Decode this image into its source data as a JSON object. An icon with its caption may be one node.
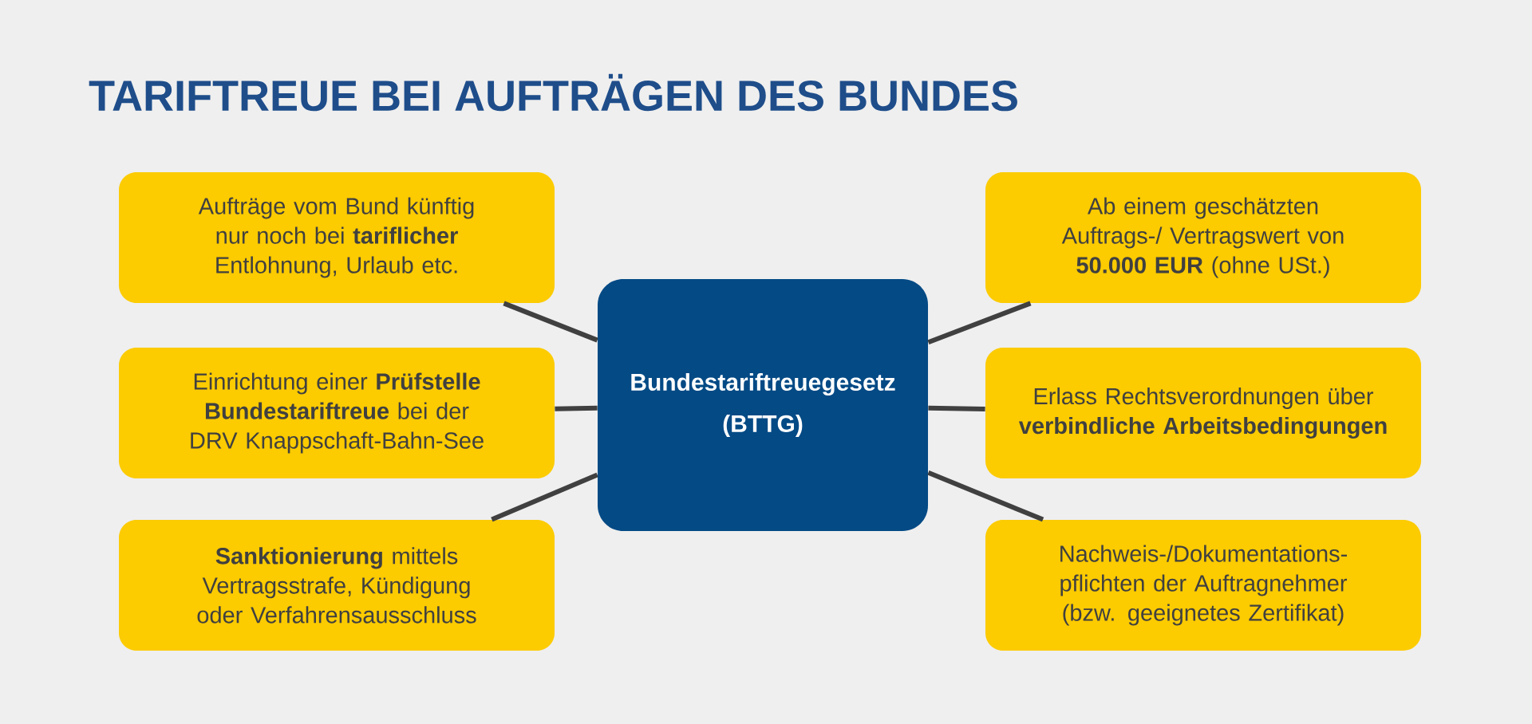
{
  "diagram": {
    "title": "TARIFTREUE BEI AUFTRÄGEN DES BUNDES",
    "nodes": [
      {
        "text": [
          "Bundestariftreuegesetz",
          "(BTTG)"
        ]
      },
      {
        "text": [
          "Aufträge vom Bund künftig nur noch bei **tariflicher** Entlohnung, Urlaub etc."
        ]
      },
      {
        "text": [
          "Einrichtung einer **Prüfstelle Bundestariftreue** bei der DRV Knappschaft-Bahn-See"
        ]
      },
      {
        "text": [
          "**Sanktionierung** mittels Vertragsstrafe, Kündigung oder Verfahrensausschluss"
        ]
      },
      {
        "text": [
          "Ab einem geschätzten Auftrags-/ Vertragswert von **50.000 EUR** (ohne USt.)"
        ]
      },
      {
        "text": [
          "Erlass Rechtsverordnungen über **verbindliche Arbeitsbedingungen**"
        ]
      },
      {
        "text": [
          "Nachweis-/Dokumentations- pflichten der Auftragnehmer (bzw. geeignetes Zertifikat)"
        ]
      }
    ],
    "edges": [
      {
        "from": 0,
        "to": 1,
        "arrow": "none"
      },
      {
        "from": 0,
        "to": 2,
        "arrow": "none"
      },
      {
        "from": 0,
        "to": 3,
        "arrow": "none"
      },
      {
        "from": 0,
        "to": 4,
        "arrow": "none"
      },
      {
        "from": 0,
        "to": 5,
        "arrow": "none"
      },
      {
        "from": 0,
        "to": 6,
        "arrow": "none"
      }
    ]
  }
}
